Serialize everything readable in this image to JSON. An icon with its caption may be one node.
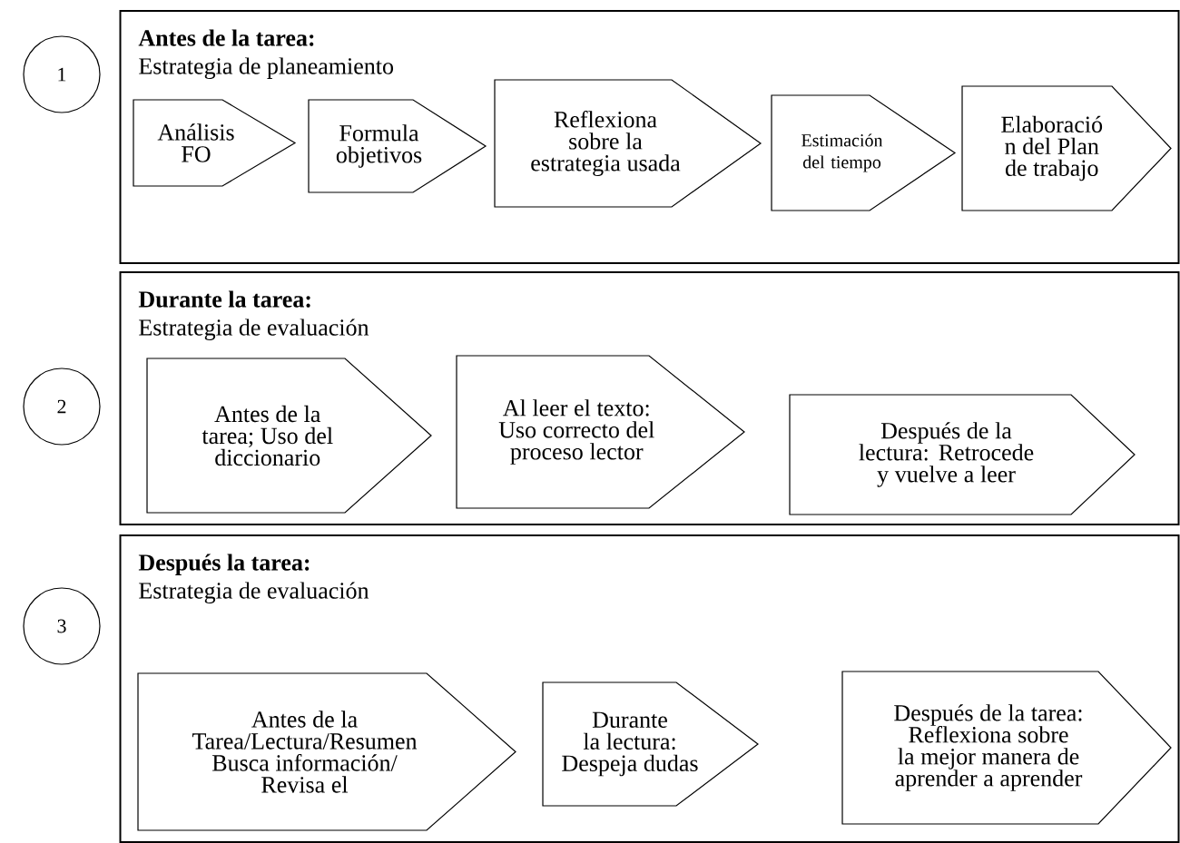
{
  "diagram": {
    "nodes": [
      {
        "text": [
          "1"
        ]
      },
      {
        "text": [
          "Antes de la tarea:",
          "Estrategia de planeamiento"
        ]
      },
      {
        "text": [
          "Análisis FO"
        ],
        "in": 1
      },
      {
        "text": [
          "Formula objetivos"
        ],
        "in": 1
      },
      {
        "text": [
          "Reflexiona sobre la estrategia usada"
        ],
        "in": 1
      },
      {
        "text": [
          "Estimación del tiempo"
        ],
        "in": 1
      },
      {
        "text": [
          "Elaboració n del Plan de trabajo"
        ],
        "in": 1
      },
      {
        "text": [
          "2"
        ]
      },
      {
        "text": [
          "Durante la tarea:",
          "Estrategia de evaluación"
        ]
      },
      {
        "text": [
          "Antes de la tarea; Uso del diccionario"
        ],
        "in": 8
      },
      {
        "text": [
          "Al leer el texto: Uso correcto del proceso lector"
        ],
        "in": 8
      },
      {
        "text": [
          "Después de la lectura: Retrocede y vuelve a leer"
        ],
        "in": 8
      },
      {
        "text": [
          "3"
        ]
      },
      {
        "text": [
          "Después la tarea:",
          "Estrategia de evaluación"
        ]
      },
      {
        "text": [
          "Antes de la Tarea/Lectura/Resumen Busca información/ Revisa el"
        ],
        "in": 13
      },
      {
        "text": [
          "Durante la lectura: Despeja dudas"
        ],
        "in": 13
      },
      {
        "text": [
          "Después de la tarea: Reflexiona sobre la mejor manera de aprender a aprender"
        ],
        "in": 13
      }
    ]
  }
}
